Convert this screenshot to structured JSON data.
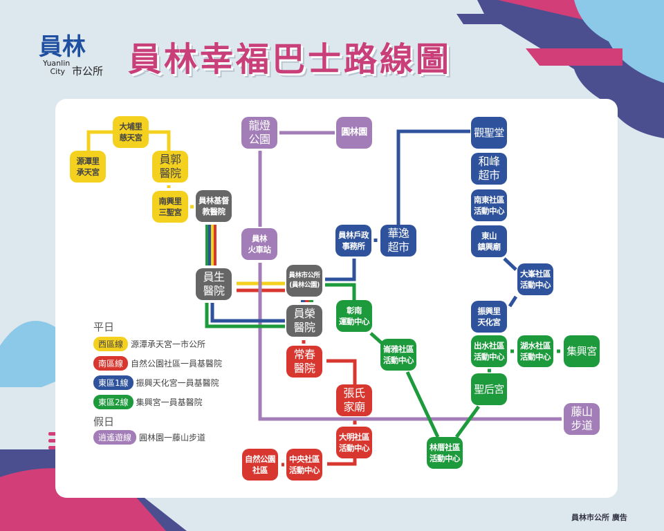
{
  "header": {
    "title": "員林幸福巴士路線圖",
    "logo_main": "員林",
    "logo_en_1": "Yuanlin",
    "logo_en_2": "City",
    "logo_office": "市公所"
  },
  "nodes": {
    "y1": "大埔里\n慈天宮",
    "y2": "源潭里\n承天宮",
    "y3": "員郭\n醫院",
    "y4": "南興里\n三聖宮",
    "g1": "員林基督\n教醫院",
    "g2": "員生\n醫院",
    "g3": "員林市公所\n(員林公園)",
    "g4": "員榮\n醫院",
    "r1": "常春\n醫院",
    "r2": "張氏\n家廟",
    "r3": "大明社區\n活動中心",
    "r4": "中央社區\n活動中心",
    "r5": "自然公園\n社區",
    "p1": "龍燈\n公園",
    "p2": "圓林園",
    "p3": "員林\n火車站",
    "p4": "藤山\n步道",
    "b1": "員林戶政\n事務所",
    "b2": "華逸\n超市",
    "b3": "觀聖堂",
    "b4": "和峰\n超市",
    "b5": "南東社區\n活動中心",
    "b6": "東山\n鎮興廟",
    "b7": "大峯社區\n活動中心",
    "b8": "振興里\n天化宮",
    "n1": "彰南\n運動中心",
    "n2": "崙雅社區\n活動中心",
    "n3": "出水社區\n活動中心",
    "n4": "湖水社區\n活動中心",
    "n5": "集興宮",
    "n6": "聖后宮",
    "n7": "林厝社區\n活動中心"
  },
  "legend": {
    "weekday": "平日",
    "holiday": "假日",
    "lines": [
      {
        "name": "西區線",
        "route": "源潭承天宮一市公所",
        "color": "#f5d11f"
      },
      {
        "name": "南區線",
        "route": "自然公園社區一員基醫院",
        "color": "#d8372f"
      },
      {
        "name": "東區1線",
        "route": "振興天化宮一員基醫院",
        "color": "#2e529c"
      },
      {
        "name": "東區2線",
        "route": "集興宮一員基醫院",
        "color": "#1c9a3c"
      },
      {
        "name": "逍遙遊線",
        "route": "圓林園一藤山步道",
        "color": "#a27db7"
      }
    ]
  },
  "footer": "員林市公所 廣告"
}
